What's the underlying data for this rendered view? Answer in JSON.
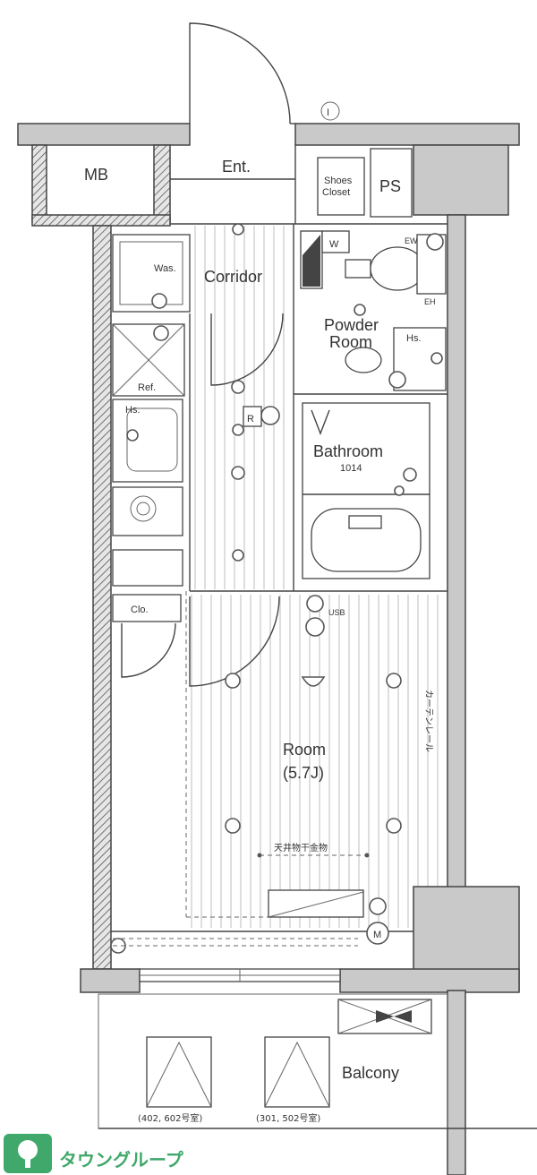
{
  "rooms": {
    "mb": "MB",
    "entrance": "Ent.",
    "shoes_closet_line1": "Shoes",
    "shoes_closet_line2": "Closet",
    "ps": "PS",
    "corridor": "Corridor",
    "washer": "Was.",
    "refrigerator": "Ref.",
    "heater_sink": "Hs.",
    "heater_powder": "Hs.",
    "water_heater_mark": "W",
    "powder_room_line1": "Powder",
    "powder_room_line2": "Room",
    "bathroom": "Bathroom",
    "bathroom_size": "1014",
    "closet": "Clo.",
    "room": "Room",
    "room_size": "(5.7J)",
    "curtain_note": "カーテンレール",
    "ceiling_note": "天井物干金物",
    "balcony": "Balcony",
    "balcony_left_note": "(402, 602号室)",
    "balcony_right_note": "(301, 502号室)",
    "outlet_usb": "USB",
    "meter_mark": "M",
    "north_mark": "I",
    "reset_mark": "R",
    "small_mark_1": "EH",
    "small_mark_2": "EW"
  },
  "brand": {
    "name": "タウングループ",
    "color": "#3fa86a"
  }
}
